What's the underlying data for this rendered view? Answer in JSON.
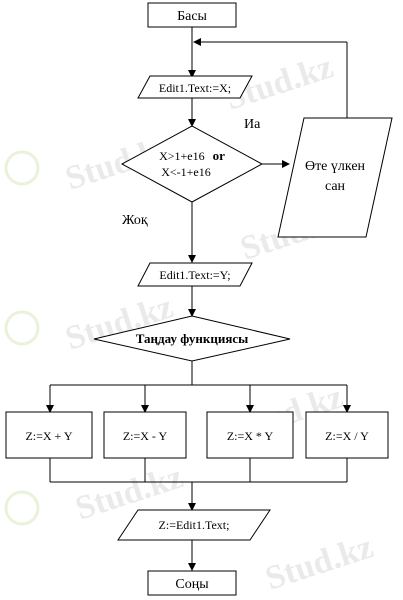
{
  "flowchart": {
    "start_label": "Басы",
    "input_x_label": "Edit1.Text:=X;",
    "condition_line1": "X>1+e16",
    "condition_or": "or",
    "condition_line2": "X<-1+e16",
    "yes_label": "Иа",
    "no_label": "Жоқ",
    "too_large_line1": "Өте үлкен",
    "too_large_line2": "сан",
    "input_y_label": "Edit1.Text:=Y;",
    "select_label": "Таңдау функциясы",
    "branches": [
      "Z:=X + Y",
      "Z:=X - Y",
      "Z:=X * Y",
      "Z:=X / Y"
    ],
    "output_label": "Z:=Edit1.Text;",
    "end_label": "Соңы"
  },
  "watermark": {
    "text": "Stud.kz",
    "color": "#d9d9d9"
  }
}
